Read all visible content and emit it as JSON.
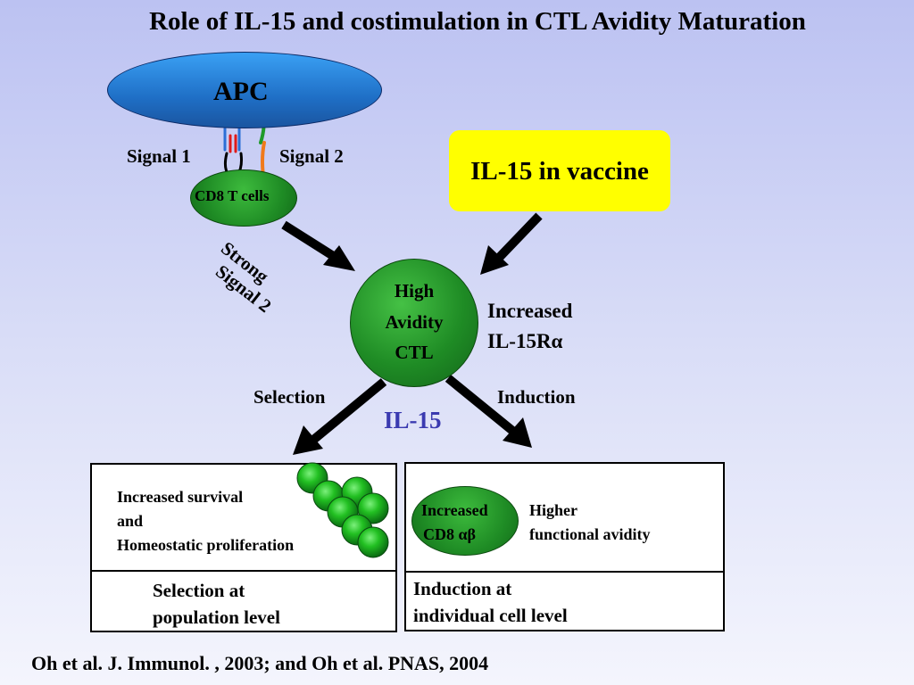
{
  "title": "Role of IL-15 and costimulation in CTL Avidity Maturation",
  "apc": {
    "label": "APC"
  },
  "cd8_cells": {
    "label": "CD8 T cells"
  },
  "signals": {
    "signal1": "Signal 1",
    "signal2": "Signal 2",
    "strong_line1": "Strong",
    "strong_line2": "Signal 2"
  },
  "vaccine": {
    "label": "IL-15 in vaccine"
  },
  "ctl": {
    "line1": "High",
    "line2": "Avidity",
    "line3": "CTL"
  },
  "receptor": {
    "line1": "Increased",
    "line2": "IL-15Rα"
  },
  "paths": {
    "selection": "Selection",
    "induction": "Induction",
    "cytokine": "IL-15"
  },
  "left_panel": {
    "line1": "Increased survival",
    "line2": "and",
    "line3": "Homeostatic proliferation",
    "bottom_line1": "Selection at",
    "bottom_line2": "population level"
  },
  "right_panel": {
    "cell_line1": "Increased",
    "cell_line2": "CD8 αβ",
    "line1": "Higher",
    "line2": "functional avidity",
    "bottom_line1": "Induction at",
    "bottom_line2": "individual cell level"
  },
  "citation": "Oh et al. J. Immunol. , 2003; and Oh et al. PNAS, 2004",
  "colors": {
    "cell_green": "#1f8c25",
    "apc_blue": "#1f6fc6",
    "vaccine_yellow": "#ffff00",
    "il15_text": "#3a3ab0",
    "receptor_blue": "#2b6fd6",
    "receptor_red": "#e01a1a",
    "receptor_green": "#1e9a2a",
    "receptor_orange": "#f07a1a"
  }
}
